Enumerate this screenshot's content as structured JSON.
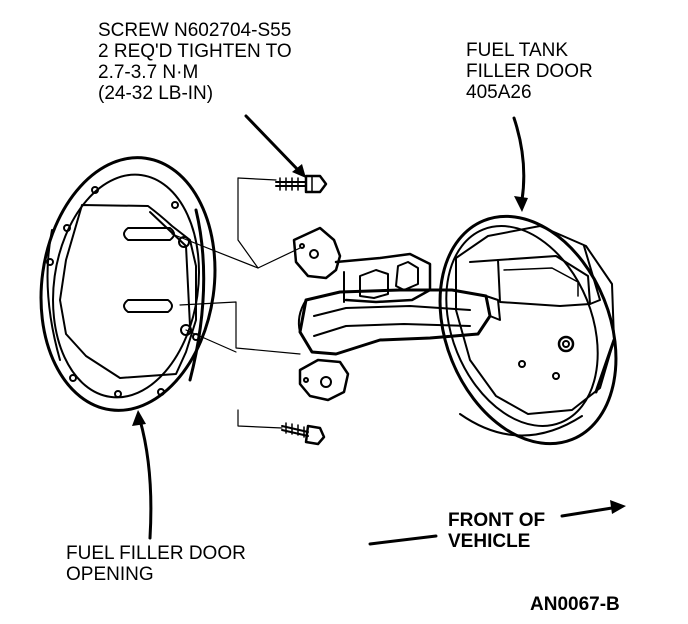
{
  "callouts": {
    "screw": {
      "lines": [
        "SCREW N602704-S55",
        "2 REQ'D TIGHTEN TO",
        "2.7-3.7 N·M",
        "(24-32 LB-IN)"
      ]
    },
    "filler_door": {
      "lines": [
        "FUEL TANK",
        "FILLER DOOR",
        "405A26"
      ]
    },
    "door_opening": {
      "lines": [
        "FUEL FILLER DOOR",
        "OPENING"
      ]
    },
    "front_of_vehicle": {
      "lines": [
        "FRONT OF",
        "VEHICLE"
      ]
    },
    "figure_code": "AN0067-B"
  },
  "colors": {
    "ink": "#000000",
    "paper": "#ffffff"
  }
}
